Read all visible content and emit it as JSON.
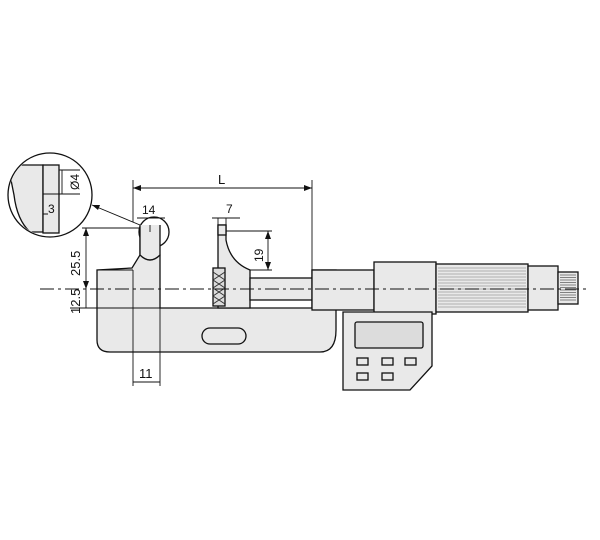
{
  "dimensions": {
    "overall_length": "L",
    "anvil_tip_width": "14",
    "spindle_tip_width": "7",
    "spindle_tip_height": "19",
    "anvil_height": "25.5",
    "axis_offset": "12.5",
    "anvil_offset": "11",
    "detail_diameter": "Ø4",
    "detail_depth": "3"
  },
  "colors": {
    "body_fill": "#e9e9e9",
    "line": "#111111",
    "knurl": "#333333"
  }
}
